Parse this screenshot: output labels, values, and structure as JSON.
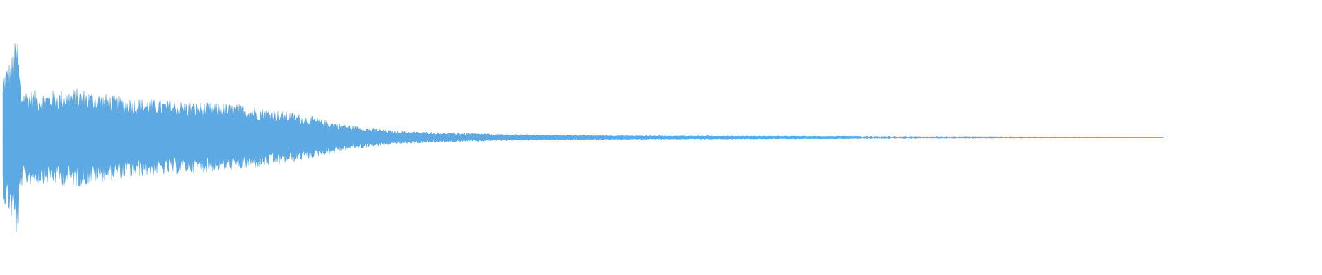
{
  "waveform": {
    "color": "#5da9e3",
    "background": "#ffffff",
    "duration_fraction_with_signal": 0.88,
    "envelope": {
      "description_points": [
        {
          "t": 0.0,
          "amp": 0.1
        },
        {
          "t": 0.003,
          "amp": 0.42
        },
        {
          "t": 0.008,
          "amp": 0.48
        },
        {
          "t": 0.013,
          "amp": 0.62
        },
        {
          "t": 0.016,
          "amp": 0.3
        },
        {
          "t": 0.03,
          "amp": 0.28
        },
        {
          "t": 0.06,
          "amp": 0.3
        },
        {
          "t": 0.09,
          "amp": 0.25
        },
        {
          "t": 0.14,
          "amp": 0.22
        },
        {
          "t": 0.185,
          "amp": 0.2
        },
        {
          "t": 0.23,
          "amp": 0.14
        },
        {
          "t": 0.26,
          "amp": 0.08
        },
        {
          "t": 0.3,
          "amp": 0.04
        },
        {
          "t": 0.38,
          "amp": 0.02
        },
        {
          "t": 0.48,
          "amp": 0.012
        },
        {
          "t": 0.65,
          "amp": 0.008
        },
        {
          "t": 0.74,
          "amp": 0.006
        },
        {
          "t": 0.87,
          "amp": 0.003
        },
        {
          "t": 0.88,
          "amp": 0.0
        }
      ]
    }
  }
}
